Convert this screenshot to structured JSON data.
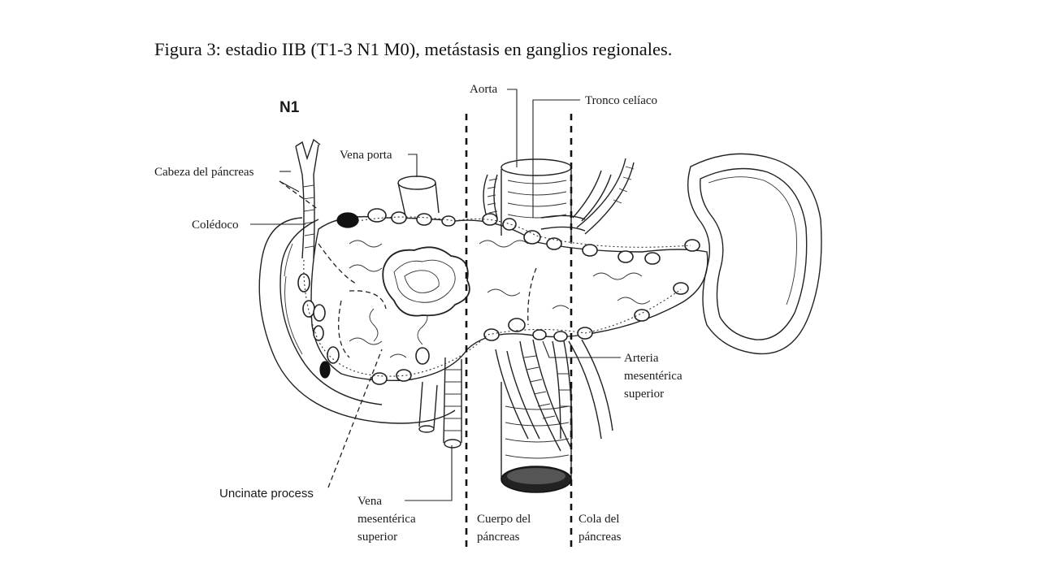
{
  "caption": "Figura 3: estadio IIB (T1-3 N1 M0), metástasis en ganglios regionales.",
  "stage_label": "N1",
  "labels": {
    "cabeza_pancreas": "Cabeza del páncreas",
    "coledoco": "Colédoco",
    "vena_porta": "Vena porta",
    "aorta": "Aorta",
    "tronco_celiaco": "Tronco celíaco",
    "arteria_mesenterica": [
      "Arteria",
      "mesentérica",
      "superior"
    ],
    "uncinate_process": "Uncinate process",
    "vena_mesenterica": [
      "Vena",
      "mesentérica",
      "superior"
    ],
    "cuerpo_pancreas": [
      "Cuerpo del",
      "páncreas"
    ],
    "cola_pancreas": [
      "Cola del",
      "páncreas"
    ]
  }
}
